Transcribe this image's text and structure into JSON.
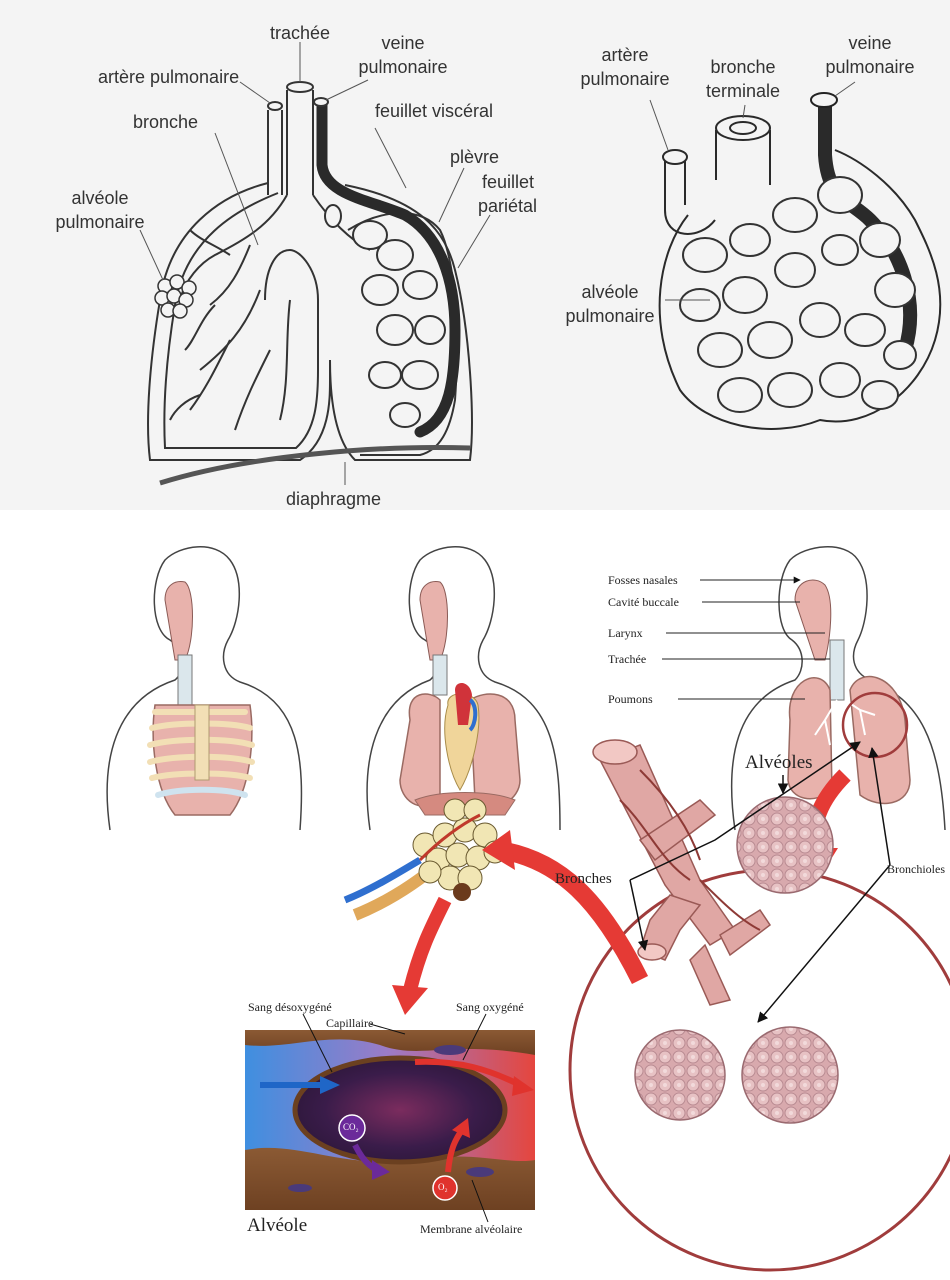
{
  "top_left_diagram": {
    "labels": {
      "trachee": "trachée",
      "artere_pulmonaire": "artère pulmonaire",
      "veine_line1": "veine",
      "veine_line2": "pulmonaire",
      "feuillet_visceral": "feuillet viscéral",
      "bronche": "bronche",
      "plevre": "plèvre",
      "feuillet_line1": "feuillet",
      "feuillet_line2": "pariétal",
      "alveole_line1": "alvéole",
      "alveole_line2": "pulmonaire",
      "diaphragme": "diaphragme"
    }
  },
  "top_right_diagram": {
    "labels": {
      "artere_line1": "artère",
      "artere_line2": "pulmonaire",
      "bronche_line1": "bronche",
      "bronche_line2": "terminale",
      "veine_line1": "veine",
      "veine_line2": "pulmonaire",
      "alveole_line1": "alvéole",
      "alveole_line2": "pulmonaire"
    }
  },
  "anatomy_figure": {
    "labels": {
      "fosses_nasales": "Fosses nasales",
      "cavite_buccale": "Cavité buccale",
      "larynx": "Larynx",
      "trachee": "Trachée",
      "poumons": "Poumons"
    }
  },
  "zoom_figure": {
    "labels": {
      "bronches": "Bronches",
      "bronchioles": "Bronchioles",
      "alveoles": "Alvéoles"
    }
  },
  "gas_exchange": {
    "labels": {
      "sang_desoxygene": "Sang désoxygéné",
      "capillaire": "Capillaire",
      "sang_oxygene": "Sang oxygéné",
      "co2": "CO₂",
      "o2": "O₂",
      "alveole": "Alvéole",
      "membrane": "Membrane alvéolaire"
    }
  },
  "colors": {
    "panel_background": "#f4f4f4",
    "line_art": "#333333",
    "lung_pink": "#e8b2ac",
    "rib_cream": "#f2dfb5",
    "zoom_circle": "#a03c3c",
    "big_arrow_red": "#e53a35",
    "blood_blue": "#2e7bd2",
    "blood_red": "#e0332d",
    "co2_purple": "#6b2a9a"
  }
}
